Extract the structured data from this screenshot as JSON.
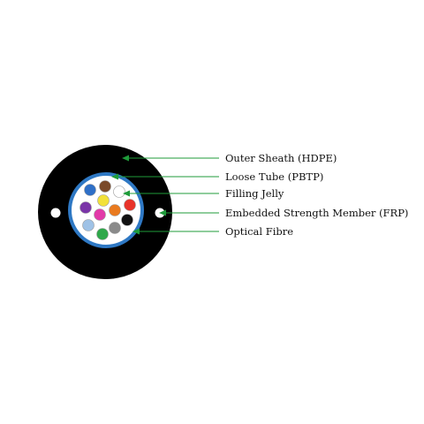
{
  "labels": [
    {
      "id": "outer-sheath",
      "text": "Outer Sheath (HDPE)"
    },
    {
      "id": "loose-tube",
      "text": "Loose Tube (PBTP)"
    },
    {
      "id": "filling-jelly",
      "text": "Filling Jelly"
    },
    {
      "id": "strength-member",
      "text": "Embedded Strength Member (FRP)"
    },
    {
      "id": "optical-fibre",
      "text": "Optical Fibre"
    }
  ],
  "colors": {
    "sheath": "#000000",
    "tube_ring": "#2e78c4",
    "tube_fill": "#ffffff",
    "leader": "#1f9b3a",
    "fibres": [
      "#2e6fc7",
      "#7a4a2a",
      "#ffffff",
      "#f2e13a",
      "#8a8a8a",
      "#e8332a",
      "#7a35a8",
      "#e23aa8",
      "#e97a1f",
      "#111111",
      "#9fc2e6",
      "#2fa84a"
    ]
  }
}
